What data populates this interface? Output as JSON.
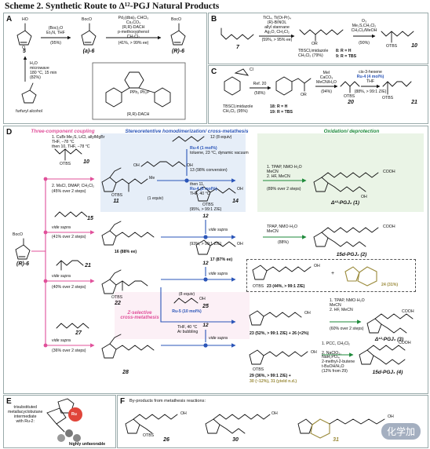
{
  "title": "Scheme 2. Synthetic Route to Δ¹²-PGJ Natural Products",
  "panels": {
    "A": {
      "label": "A",
      "cond1": "(Boc)₂O\nEt₃N, THF",
      "yield1": "(95%)",
      "cond2": "Pd₂(dba)₃·CHCl₃\nCs₂CO₃\n(R,R)-DACH\np-methoxyphenol\nCH₂Cl₂",
      "yield2": "(41%, > 99% ee)",
      "cond3": "H₂O\nmicrowave\n180 °C, 15 min\n(82%)",
      "cmp5": "5",
      "cmpA6": "(a)-6",
      "cmpR6": "(R)-6",
      "furfuryl": "furfuryl alcohol",
      "ligand": "(R,R)-DACH",
      "ligand_sub": "PPh₂ Ph₂P",
      "boco": "BocO",
      "ho": "HO",
      "o": "O"
    },
    "B": {
      "label": "B",
      "cond1": "TiCl₄, Ti(Oi-Pr)₄\n(R)-BINOL\nallyl stannane\nAg₂O, CH₂Cl₂",
      "yield1": "(59%, > 95% ee)",
      "cond2": "TBSCl,imidazole\nCH₂Cl₂ (79%)",
      "cond3": "O₃\nMe₂S,CH₂Cl₂\nCH₂Cl₂/MeOH",
      "yield3": "(90%)",
      "cmp7": "7",
      "cmp10": "10",
      "r8": "8: R = H",
      "r9": "9: R = TBS",
      "or": "OR",
      "otbs": "OTBS"
    },
    "C": {
      "label": "C",
      "ref": "Ref. 20",
      "yield1": "(58%)",
      "cond2": "TBSCl,imidazole\nCH₂Cl₂ (95%)",
      "r18": "18: R = H",
      "r19": "19: R = TBS",
      "cond3": "MeI\nCaCO₃\nMeCN/H₂O",
      "yield3": "(94%)",
      "cond4a": "cis-3-hexene",
      "cond4b": "Ru-4 (4 mol%)",
      "cond4c": "THF",
      "yield4": "(88%, > 99:1 Z/E)",
      "cmp20": "20",
      "cmp21": "21",
      "cl": "Cl",
      "or": "OR",
      "otbs": "OTBS"
    },
    "D": {
      "label": "D",
      "hdr1": "Three-component coupling",
      "hdr2": "Stereoretentive homodimerization/ cross-metathesis",
      "hdr3": "Oxidation/ deprotection",
      "c1": "1. CuBr.Me₂S, LiCl, allylMgBr\nTHF, −78 °C\nthen 10, THF, −78 °C",
      "c2": "2. MsCl, DMAP, CH₂Cl₂",
      "c2y": "(45% over 2 steps)",
      "vs": "vide supra",
      "y41": "(41% over 2 steps)",
      "y40": "(40% over 2 steps)",
      "y36": "(36% over 2 steps)",
      "ee16": "16 (88% ee)",
      "cmp10": "10",
      "cmp11": "11",
      "cmp15": "15",
      "cmp21": "21",
      "cmp22": "22",
      "cmp27": "27",
      "cmp28": "28",
      "r6": "(R)-6",
      "cmp12": "12",
      "eq12": "12 (8 equiv)",
      "ru4a": "Ru-4 (1 mol%)",
      "ru4a2": "toluene, 23 °C, dynamic vacuum",
      "cmp13": "13 (98% conversion)",
      "then11": "then 11,",
      "ru4b": "Ru-4 (5 mol%)",
      "ru4b2": "THF, 40 °C",
      "equiv1": "(1 equiv)",
      "y14": "(95%, > 99:1 Z/E)",
      "cmp14": "14",
      "y17a": "(93%, > 99:1 Z/E)",
      "cmp17": "17 (87% ee)",
      "y23": "23 (44%, > 99:1 Z/E)",
      "y24": "24 (31%)",
      "zsel": "Z-selective\ncross-metathesis",
      "eq25": "(8 equiv)",
      "ru5": "Ru-5 (10 mol%)",
      "cmp25": "25",
      "thf40": "THF, 40 °C\nAr bubbling",
      "y23b": "23 (52%, > 99:1 Z/E) + 26 (<2%)",
      "y29": "29 (36%, > 99:1 Z/E) +",
      "y3031": "30 (~12%), 31 (yield n.d.)",
      "o1": "1. TPAP, NMO·H₂O\nMeCN\n2. HF, MeCN",
      "o1y": "(89% over 2 steps)",
      "p1": "Δ¹²-PGJ₂ (1)",
      "o2": "TPAP, NMO·H₂O\nMeCN",
      "o2y": "(88%)",
      "p2": "15d-PGJ₂ (2)",
      "o3": "1. TPAP, NMO·H₂O\nMeCN\n2. HF, MeCN",
      "o3y": "(60% over 2 steps)",
      "p3": "Δ¹²-PGJ₃ (3)",
      "o4": "1. PCC, CH₂Cl₂\n\n2. NaClO₂,\nNaH₂PO₄,\n2-methyl-2-butene\nt-BuOH/H₂O\n(12% from 29)",
      "p4": "15d-PGJ₃ (4)",
      "cooh": "COOH",
      "oh": "OH",
      "otbs": "OTBS",
      "boco": "BocO",
      "me": "Me"
    },
    "E": {
      "label": "E",
      "desc": "trisubstituted\nmetallacyclobutane\nintermediate\nwith Ru-2:",
      "unfav": "highly unfavorable",
      "ru": "Ru"
    },
    "F": {
      "label": "F",
      "desc": "By-products from metathesis reactions:",
      "cmp26": "26",
      "cmp30": "30",
      "cmp31": "31",
      "otbs": "OTBS",
      "oh": "OH"
    }
  },
  "watermark": "化学加",
  "colors": {
    "pink": "#e0509a",
    "blue": "#2a55b8",
    "green": "#1e8a3a",
    "panel_blue": "#e6eef8",
    "panel_green": "#eaf4e6",
    "panel_pink": "#fbeaf2",
    "olive": "#9a8a3a",
    "ru_red": "#e0453a"
  }
}
